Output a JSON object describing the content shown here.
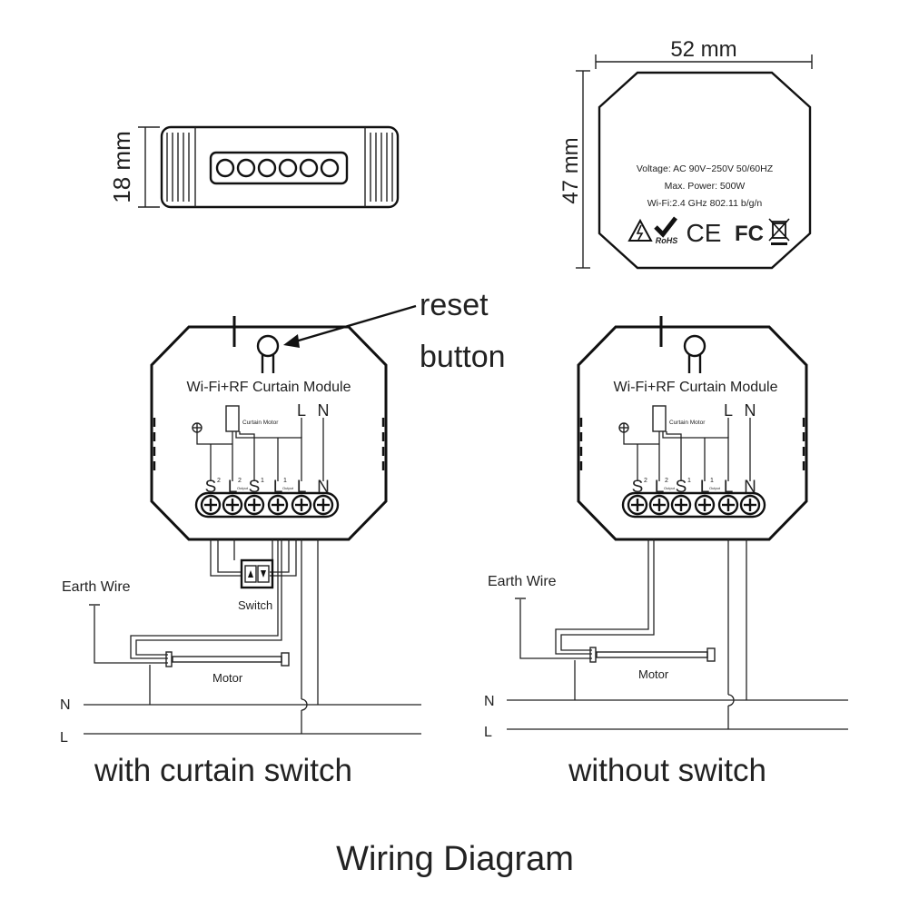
{
  "side_view": {
    "height_label": "18 mm"
  },
  "front_view": {
    "width_label": "52 mm",
    "height_label": "47 mm",
    "voltage": "Voltage: AC 90V~250V   50/60HZ",
    "max_power": "Max. Power: 500W",
    "wifi": "Wi-Fi:2.4 GHz    802.11 b/g/n",
    "rohs": "RoHS",
    "ce": "CE",
    "fc": "FC"
  },
  "reset_callout": {
    "line1": "reset",
    "line2": "button"
  },
  "module": {
    "title": "Wi-Fi+RF Curtain Module",
    "curtain_motor": "Curtain Motor",
    "L": "L",
    "N": "N",
    "terminals": [
      "S",
      "L",
      "S",
      "L",
      "L",
      "N"
    ],
    "superscripts": [
      "2",
      "2",
      "1",
      "1",
      "",
      ""
    ],
    "subscripts": [
      "",
      "Output",
      "",
      "Output",
      "",
      ""
    ]
  },
  "left_diagram": {
    "earth_wire": "Earth Wire",
    "switch": "Switch",
    "motor": "Motor",
    "N": "N",
    "L": "L",
    "caption": "with curtain switch"
  },
  "right_diagram": {
    "earth_wire": "Earth Wire",
    "motor": "Motor",
    "N": "N",
    "L": "L",
    "caption": "without switch"
  },
  "title": "Wiring Diagram"
}
